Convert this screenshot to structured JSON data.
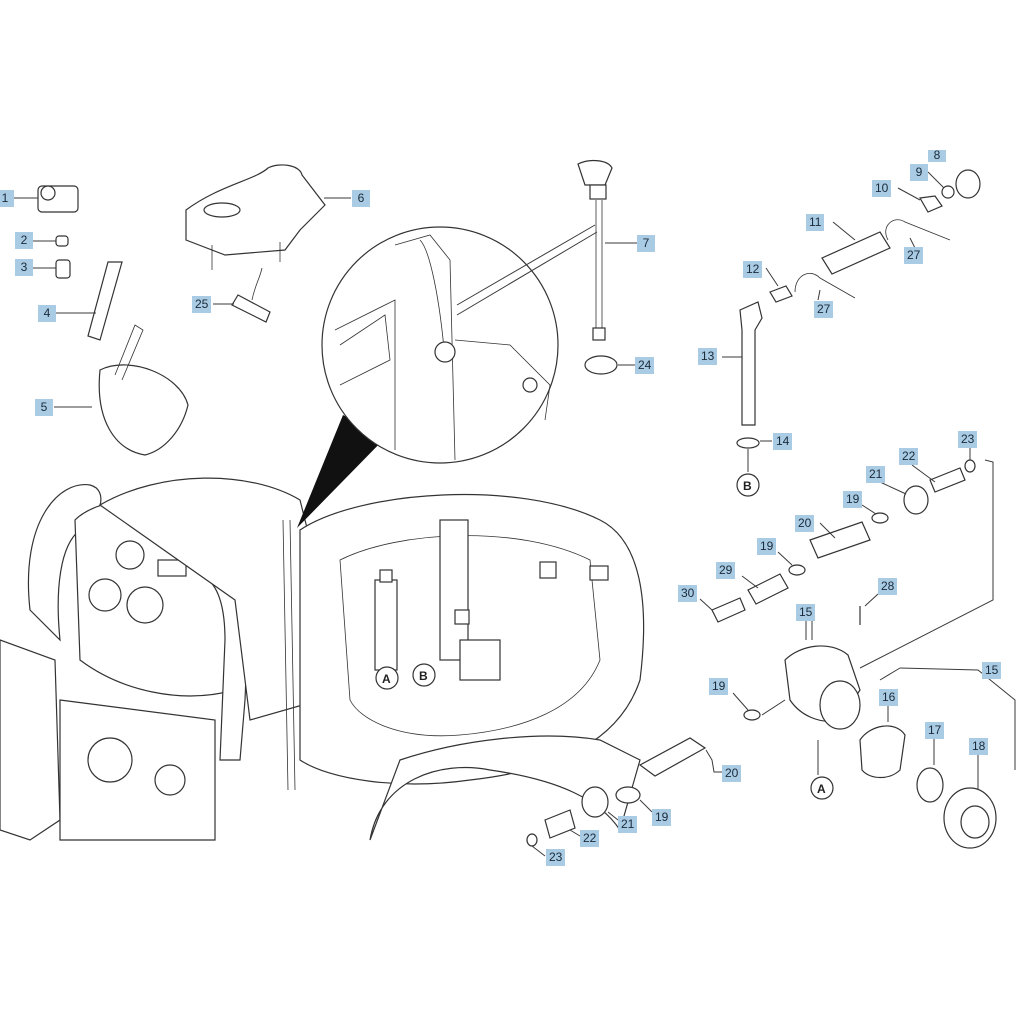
{
  "callouts": [
    {
      "label": "1"
    },
    {
      "label": "2"
    },
    {
      "label": "3"
    },
    {
      "label": "4"
    },
    {
      "label": "5"
    },
    {
      "label": "6"
    },
    {
      "label": "25"
    },
    {
      "label": "7"
    },
    {
      "label": "24"
    },
    {
      "label": "8"
    },
    {
      "label": "9"
    },
    {
      "label": "10"
    },
    {
      "label": "11"
    },
    {
      "label": "27"
    },
    {
      "label": "12"
    },
    {
      "label": "27"
    },
    {
      "label": "13"
    },
    {
      "label": "14"
    },
    {
      "label": "23"
    },
    {
      "label": "22"
    },
    {
      "label": "21"
    },
    {
      "label": "19"
    },
    {
      "label": "20"
    },
    {
      "label": "19"
    },
    {
      "label": "29"
    },
    {
      "label": "30"
    },
    {
      "label": "28"
    },
    {
      "label": "15"
    },
    {
      "label": "15"
    },
    {
      "label": "19"
    },
    {
      "label": "16"
    },
    {
      "label": "17"
    },
    {
      "label": "18"
    },
    {
      "label": "20"
    },
    {
      "label": "19"
    },
    {
      "label": "21"
    },
    {
      "label": "22"
    },
    {
      "label": "23"
    }
  ],
  "connection_marks": {
    "a": "A",
    "b": "B"
  }
}
